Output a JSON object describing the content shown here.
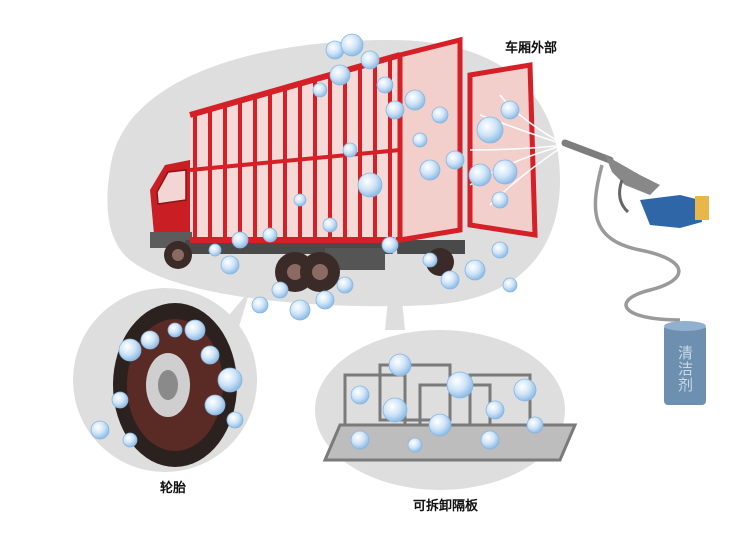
{
  "labels": {
    "exterior": "车厢外部",
    "tire": "轮胎",
    "partition": "可拆卸隔板",
    "detergent": "清洁剂"
  },
  "colors": {
    "truck_red": "#d42026",
    "panel_pink": "#f3cfcc",
    "background_gray": "#dedede",
    "bubble_blue": "#a9cfef",
    "detergent_can": "#6d8fb0",
    "glove_blue": "#2f66a8",
    "tire_brown": "#5a2a24"
  },
  "icons": [
    "truck-illustration",
    "spray-gun-icon",
    "glove-icon",
    "detergent-can-icon",
    "tire-illustration",
    "partition-rack-illustration",
    "foam-bubbles"
  ]
}
